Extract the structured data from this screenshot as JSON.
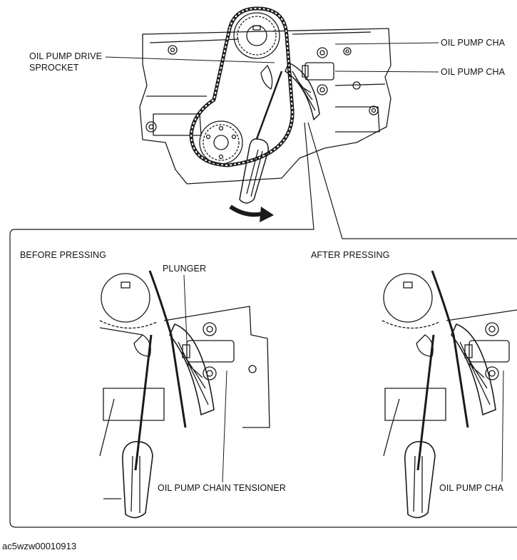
{
  "labels": {
    "oil_pump_drive_sprocket_line1": "OIL PUMP DRIVE",
    "oil_pump_drive_sprocket_line2": "SPROCKET",
    "oil_pump_chain_top": "OIL PUMP CHA",
    "oil_pump_chain_second": "OIL PUMP CHA",
    "before_pressing": "BEFORE PRESSING",
    "after_pressing": "AFTER PRESSING",
    "plunger": "PLUNGER",
    "oil_pump_chain_tensioner": "OIL PUMP CHAIN TENSIONER",
    "oil_pump_chain_right": "OIL PUMP CHA"
  },
  "figure_code": "ac5wzw00010913",
  "colors": {
    "line": "#1a1a1a",
    "background": "#ffffff"
  }
}
